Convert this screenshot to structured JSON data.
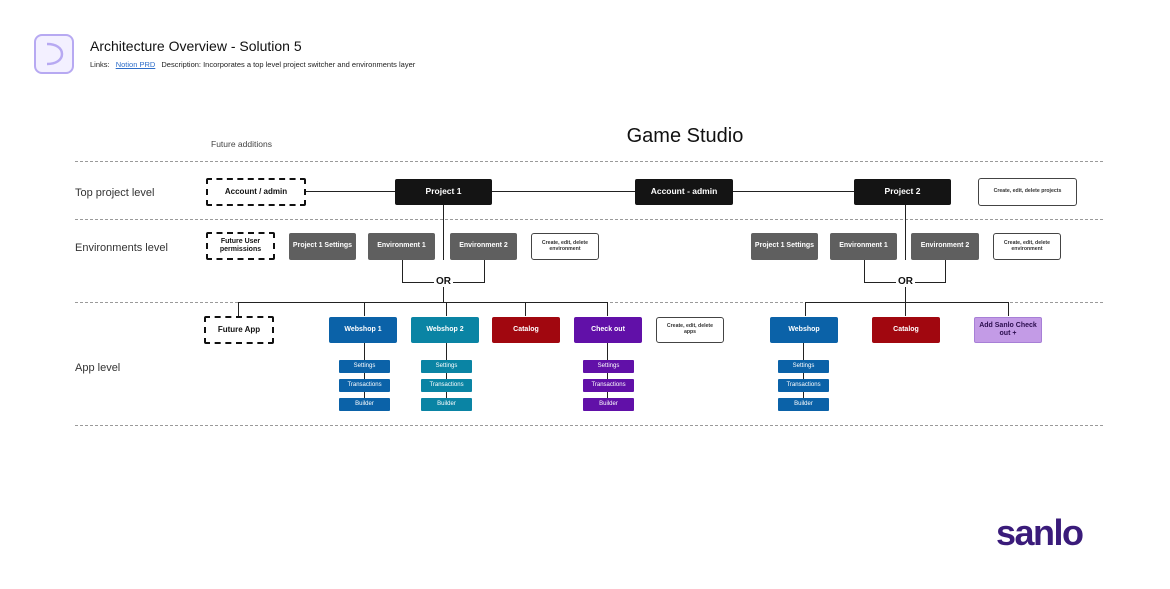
{
  "header": {
    "title": "Architecture Overview - Solution 5",
    "links_label": "Links:",
    "link_text": "Notion PRD",
    "description": "Description: Incorporates a top level project switcher and environments layer"
  },
  "diagram": {
    "studio_title": "Game Studio",
    "future_additions": "Future additions",
    "levels": {
      "top": "Top project level",
      "env": "Environments level",
      "app": "App level"
    },
    "top_row": {
      "account_admin_future": "Account / admin",
      "project1": "Project 1",
      "account_admin": "Account - admin",
      "project2": "Project 2",
      "note": "Create, edit, delete projects"
    },
    "env_row": {
      "future_user_permissions": "Future User permissions",
      "p1_settings": "Project 1 Settings",
      "p1_env1": "Environment 1",
      "p1_env2": "Environment 2",
      "p1_note": "Create, edit, delete environment",
      "p2_settings": "Project 1 Settings",
      "p2_env1": "Environment 1",
      "p2_env2": "Environment 2",
      "p2_note": "Create, edit, delete environment"
    },
    "or_label": "OR",
    "app_row": {
      "future_app": "Future App",
      "webshop1": "Webshop 1",
      "webshop2": "Webshop 2",
      "catalog": "Catalog",
      "checkout": "Check out",
      "note": "Create, edit, delete apps",
      "p2_webshop": "Webshop",
      "p2_catalog": "Catalog",
      "p2_add": "Add Sanlo Check out +"
    },
    "sub_items": [
      "Settings",
      "Transactions",
      "Builder"
    ]
  },
  "brand": {
    "name": "sanlo"
  },
  "colors": {
    "black": "#141414",
    "gray": "#5f5f5f",
    "blue": "#0b62a8",
    "teal": "#0a84a4",
    "red": "#a1070f",
    "purple": "#6110a8",
    "lavender": "#c39be6",
    "brand": "#3a1b7a"
  }
}
